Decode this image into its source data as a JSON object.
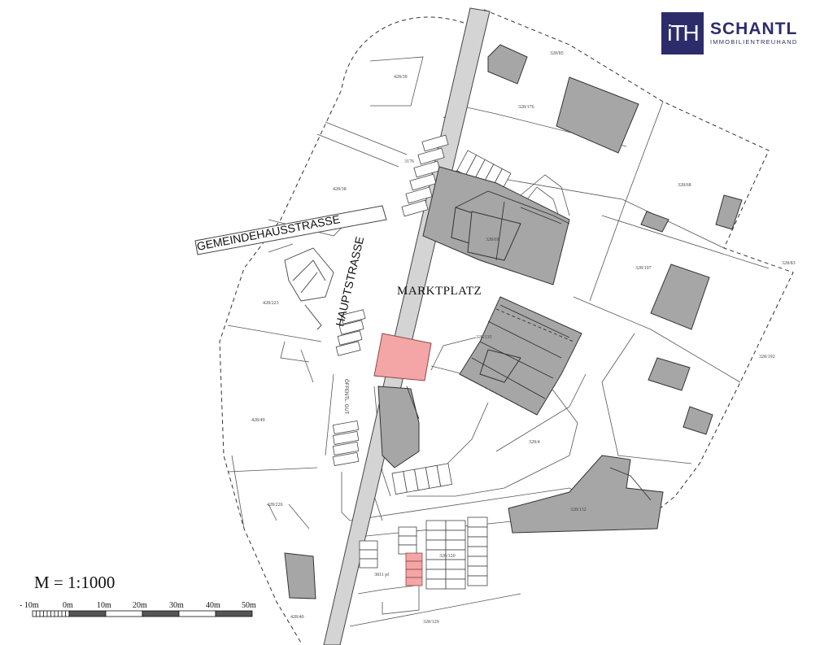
{
  "logo": {
    "mark": "iTH",
    "name": "SCHANTL",
    "subtitle": "IMMOBILIENTREUHAND",
    "color": "#2d2c6b"
  },
  "map": {
    "streets": [
      "HAUPTSTRASSE",
      "GEMEINDEHAUSSTRASSE"
    ],
    "place": "MARKTPLATZ",
    "parcels": [
      "428/39",
      "428/38",
      "3176",
      "328/176",
      "328/85",
      "328/68",
      "328/69",
      "328/197",
      "328/83",
      "428/223",
      "328/135",
      "328/192",
      "428/49",
      "328/4",
      "428/226",
      "328/132",
      "328/120",
      "428/40",
      "328/129"
    ],
    "annotations": [
      "ÖFFENTL. GUT",
      "3811 pf"
    ],
    "highlight_color": "#f4a5a5",
    "building_color": "#a6a6a6"
  },
  "scale": {
    "ratio_text": "M = 1:1000",
    "ticks": [
      "- 10m",
      "0m",
      "10m",
      "20m",
      "30m",
      "40m",
      "50m"
    ]
  }
}
